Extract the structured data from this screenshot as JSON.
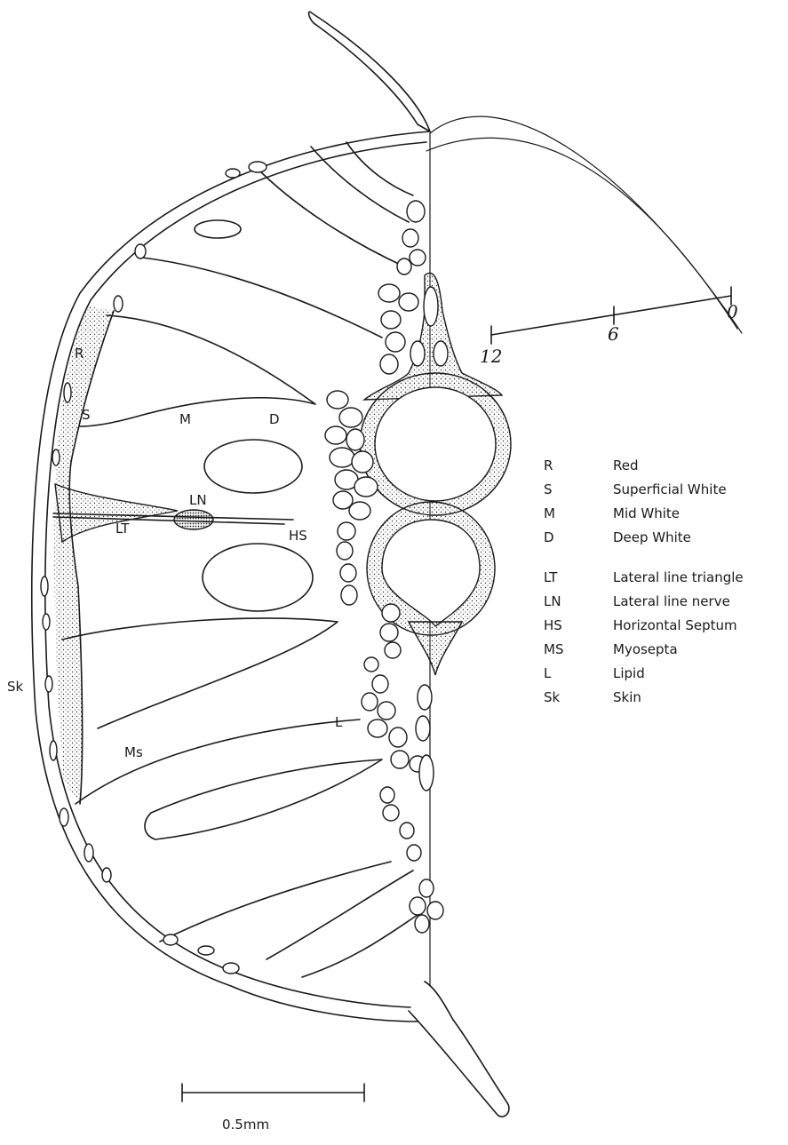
{
  "labels": {
    "R": "R",
    "S": "S",
    "M": "M",
    "D": "D",
    "LN": "LN",
    "HS": "HS",
    "LT": "LT",
    "Sk": "Sk",
    "Ms": "Ms",
    "L": "L"
  },
  "ruler": {
    "tick_left": "12",
    "tick_mid": "6",
    "tick_right": "0"
  },
  "legend": {
    "group1": [
      {
        "abbr": "R",
        "desc": "Red"
      },
      {
        "abbr": "S",
        "desc": "Superficial White"
      },
      {
        "abbr": "M",
        "desc": "Mid White"
      },
      {
        "abbr": "D",
        "desc": "Deep White"
      }
    ],
    "group2": [
      {
        "abbr": "LT",
        "desc": "Lateral line triangle"
      },
      {
        "abbr": "LN",
        "desc": "Lateral line nerve"
      },
      {
        "abbr": "HS",
        "desc": "Horizontal Septum"
      },
      {
        "abbr": "MS",
        "desc": "Myosepta"
      },
      {
        "abbr": "L",
        "desc": "Lipid"
      },
      {
        "abbr": "Sk",
        "desc": "Skin"
      }
    ]
  },
  "scale_bar": {
    "label": "0.5mm"
  }
}
